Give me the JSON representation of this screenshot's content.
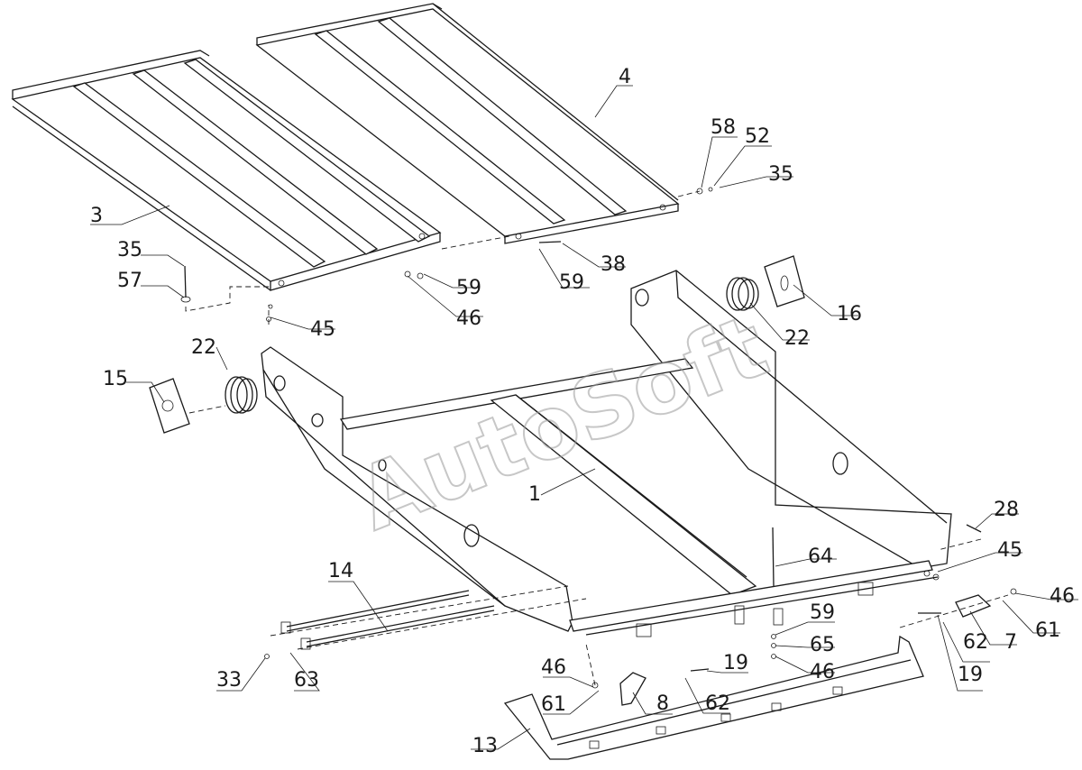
{
  "watermark": "AutoSoft",
  "callouts": [
    {
      "text": "4"
    },
    {
      "text": "58"
    },
    {
      "text": "52"
    },
    {
      "text": "35"
    },
    {
      "text": "3"
    },
    {
      "text": "35"
    },
    {
      "text": "57"
    },
    {
      "text": "59"
    },
    {
      "text": "46"
    },
    {
      "text": "45"
    },
    {
      "text": "59"
    },
    {
      "text": "38"
    },
    {
      "text": "16"
    },
    {
      "text": "22"
    },
    {
      "text": "22"
    },
    {
      "text": "15"
    },
    {
      "text": "1"
    },
    {
      "text": "28"
    },
    {
      "text": "45"
    },
    {
      "text": "64"
    },
    {
      "text": "46"
    },
    {
      "text": "61"
    },
    {
      "text": "7"
    },
    {
      "text": "62"
    },
    {
      "text": "19"
    },
    {
      "text": "14"
    },
    {
      "text": "59"
    },
    {
      "text": "65"
    },
    {
      "text": "46"
    },
    {
      "text": "46"
    },
    {
      "text": "19"
    },
    {
      "text": "33"
    },
    {
      "text": "63"
    },
    {
      "text": "61"
    },
    {
      "text": "8"
    },
    {
      "text": "62"
    },
    {
      "text": "13"
    }
  ]
}
